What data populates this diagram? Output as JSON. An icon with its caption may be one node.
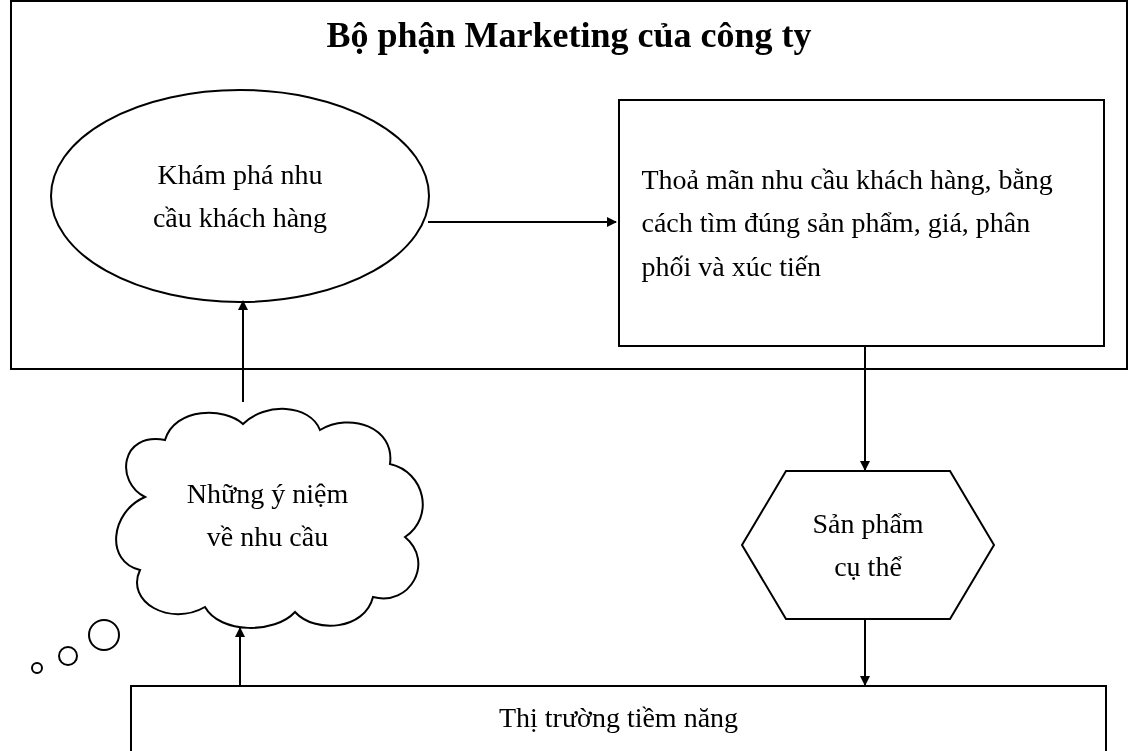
{
  "diagram": {
    "nodes": [
      {
        "text": [
          "Bộ phận Marketing của công ty"
        ]
      },
      {
        "text": [
          "Khám phá nhu cầu khách hàng"
        ],
        "in": 0
      },
      {
        "text": [
          "Thoả mãn nhu cầu khách hàng, bằng cách tìm đúng sản phẩm, giá, phân phối và xúc tiến"
        ],
        "in": 0
      },
      {
        "text": [
          "Những ý niệm về nhu cầu"
        ]
      },
      {
        "text": [
          "Sản phẩm cụ thể"
        ]
      },
      {
        "text": [
          "Thị trường tiềm năng"
        ]
      }
    ],
    "edges": [
      {
        "from": 1,
        "to": 2,
        "arrow": "to"
      },
      {
        "from": 2,
        "to": 4,
        "arrow": "to"
      },
      {
        "from": 4,
        "to": 5,
        "arrow": "to"
      },
      {
        "from": 5,
        "to": 3,
        "arrow": "to"
      },
      {
        "from": 3,
        "to": 1,
        "arrow": "to"
      }
    ]
  }
}
